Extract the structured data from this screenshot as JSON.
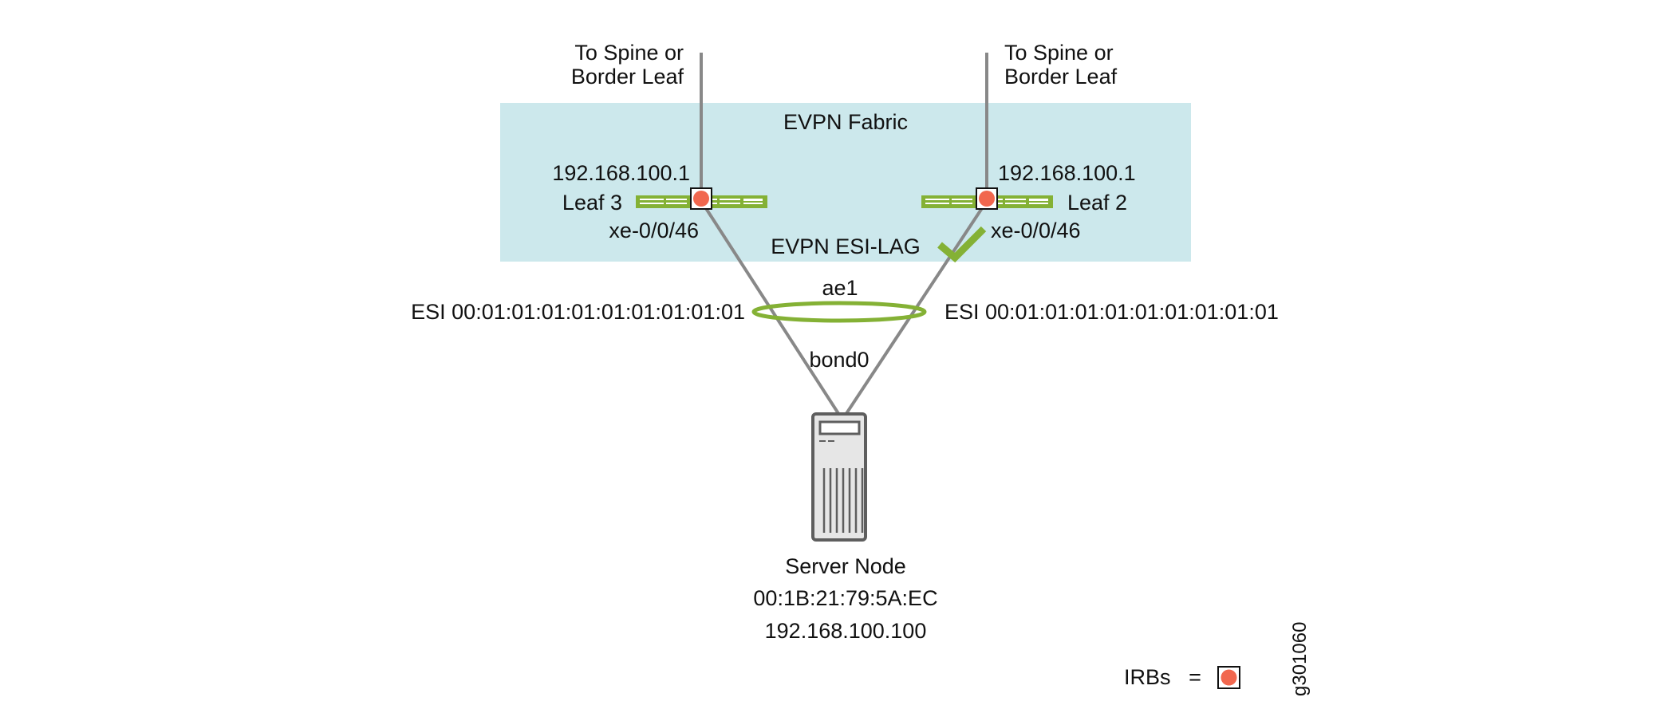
{
  "diagram": {
    "fabric_label": "EVPN Fabric",
    "esi_lag_label": "EVPN ESI-LAG",
    "uplinks": [
      {
        "label_line1": "To Spine or",
        "label_line2": "Border Leaf"
      },
      {
        "label_line1": "To Spine or",
        "label_line2": "Border Leaf"
      }
    ],
    "leaves": [
      {
        "name": "Leaf 3",
        "ip": "192.168.100.1",
        "interface": "xe-0/0/46"
      },
      {
        "name": "Leaf 2",
        "ip": "192.168.100.1",
        "interface": "xe-0/0/46"
      }
    ],
    "lag": {
      "aggregate_label": "ae1",
      "bond_label": "bond0",
      "esi_left": "ESI 00:01:01:01:01:01:01:01:01:01",
      "esi_right": "ESI 00:01:01:01:01:01:01:01:01:01"
    },
    "server": {
      "name": "Server Node",
      "mac": "00:1B:21:79:5A:EC",
      "ip": "192.168.100.100"
    },
    "legend": {
      "label": "IRBs",
      "equals": "=",
      "icon": "irb-icon"
    },
    "figure_id": "g301060",
    "colors": {
      "fabric_bg": "#cce8ec",
      "link": "#888888",
      "switch": "#84b135",
      "irb": "#f1674e",
      "lag_ring": "#84b135",
      "check": "#84b135",
      "server_fill": "#e6e6e6",
      "server_stroke": "#5e5e5e"
    }
  }
}
